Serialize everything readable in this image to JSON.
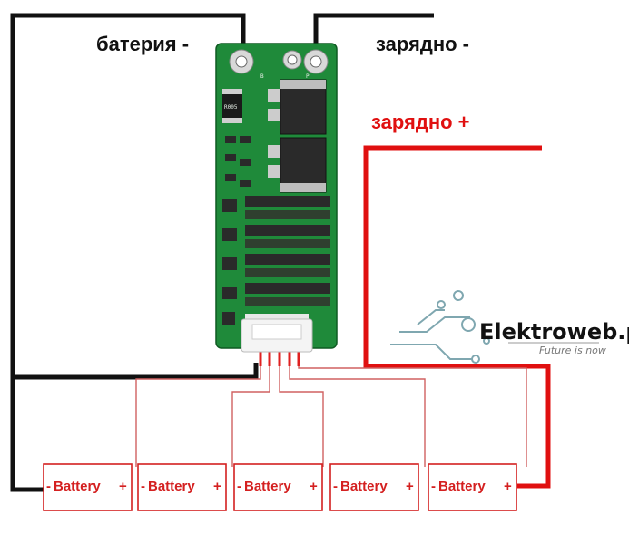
{
  "labels": {
    "battery_minus": "батерия -",
    "charge_minus": "зарядно -",
    "charge_plus": "зарядно +"
  },
  "batteries": [
    {
      "name": "Battery",
      "minus": "-",
      "plus": "+"
    },
    {
      "name": "Battery",
      "minus": "-",
      "plus": "+"
    },
    {
      "name": "Battery",
      "minus": "-",
      "plus": "+"
    },
    {
      "name": "Battery",
      "minus": "-",
      "plus": "+"
    },
    {
      "name": "Battery",
      "minus": "-",
      "plus": "+"
    }
  ],
  "board": {
    "pad_b": "B",
    "pad_p": "P",
    "resistor_code": "R005"
  },
  "watermark": {
    "brand": "Elektroweb.pl",
    "tagline": "Future is now"
  },
  "colors": {
    "wire_black": "#111111",
    "wire_red": "#e01010",
    "thin_wire": "#d06060",
    "pcb_green": "#1f8a3a",
    "battery_border": "#d42020"
  }
}
